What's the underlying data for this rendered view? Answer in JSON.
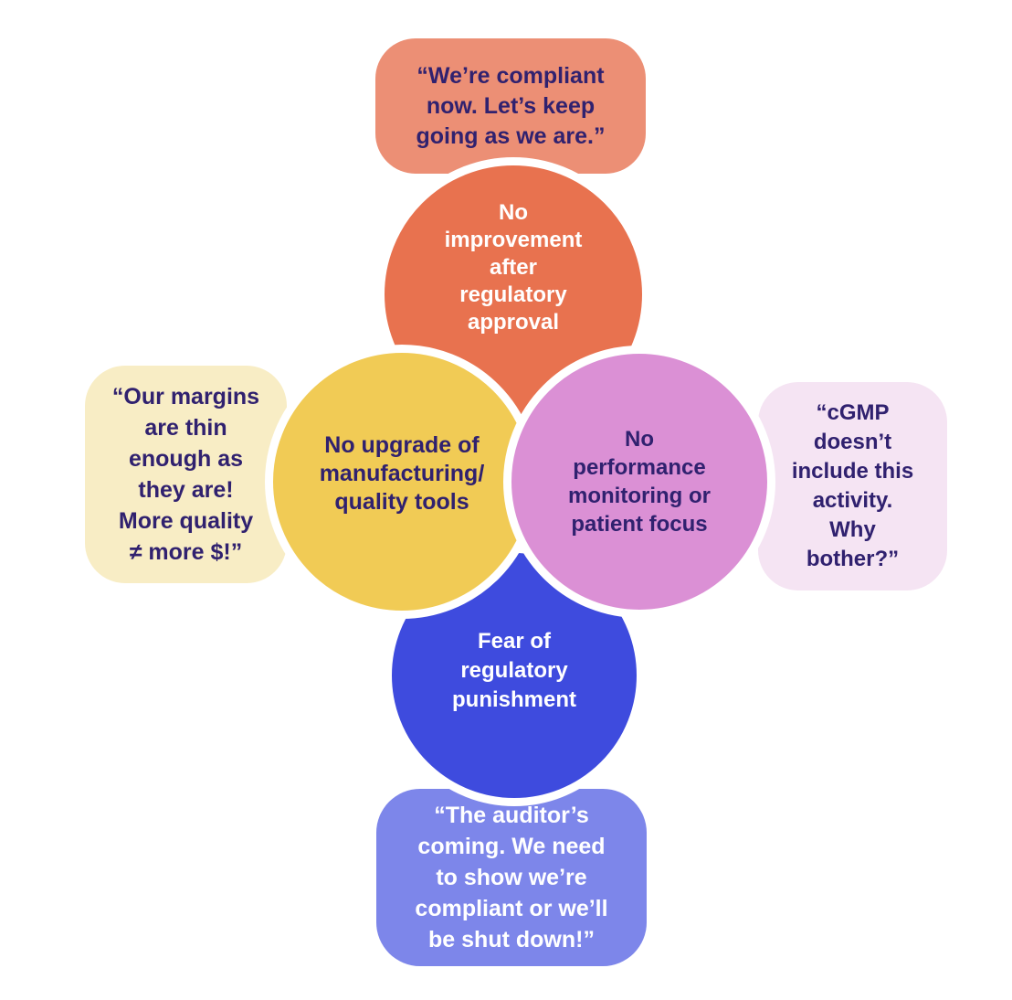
{
  "canvas": {
    "background": "#FFFFFF"
  },
  "colors": {
    "indigo_text": "#30216F",
    "white_text": "#FFFFFF",
    "circle_border": "#FFFFFF"
  },
  "nodes": {
    "top": {
      "circle_label": "No\nimprovement\nafter\nregulatory\napproval",
      "circle_color": "#E8724F",
      "circle_text_color": "#FFFFFF",
      "quote": "“We’re compliant\nnow. Let’s keep\ngoing as we are.”",
      "quote_bg": "#EC8F75",
      "quote_text_color": "#30216F"
    },
    "left": {
      "circle_label": "No upgrade of\nmanufacturing/\nquality tools",
      "circle_color": "#F1CB55",
      "circle_text_color": "#30216F",
      "quote": "“Our margins\nare thin\nenough as\nthey are!\nMore quality\n≠ more $!”",
      "quote_bg": "#F8EDC5",
      "quote_text_color": "#30216F"
    },
    "right": {
      "circle_label": "No\nperformance\nmonitoring or\npatient focus",
      "circle_color": "#DB90D5",
      "circle_text_color": "#30216F",
      "quote": "“cGMP\ndoesn’t\ninclude this\nactivity.\nWhy\nbother?”",
      "quote_bg": "#F5E4F3",
      "quote_text_color": "#30216F"
    },
    "bottom": {
      "circle_label": "Fear of\nregulatory\npunishment",
      "circle_color": "#3E4BDE",
      "circle_text_color": "#FFFFFF",
      "quote": "“The auditor’s\ncoming. We need\nto show we’re\ncompliant or we’ll\nbe shut down!”",
      "quote_bg": "#7D86EA",
      "quote_text_color": "#FFFFFF"
    }
  }
}
